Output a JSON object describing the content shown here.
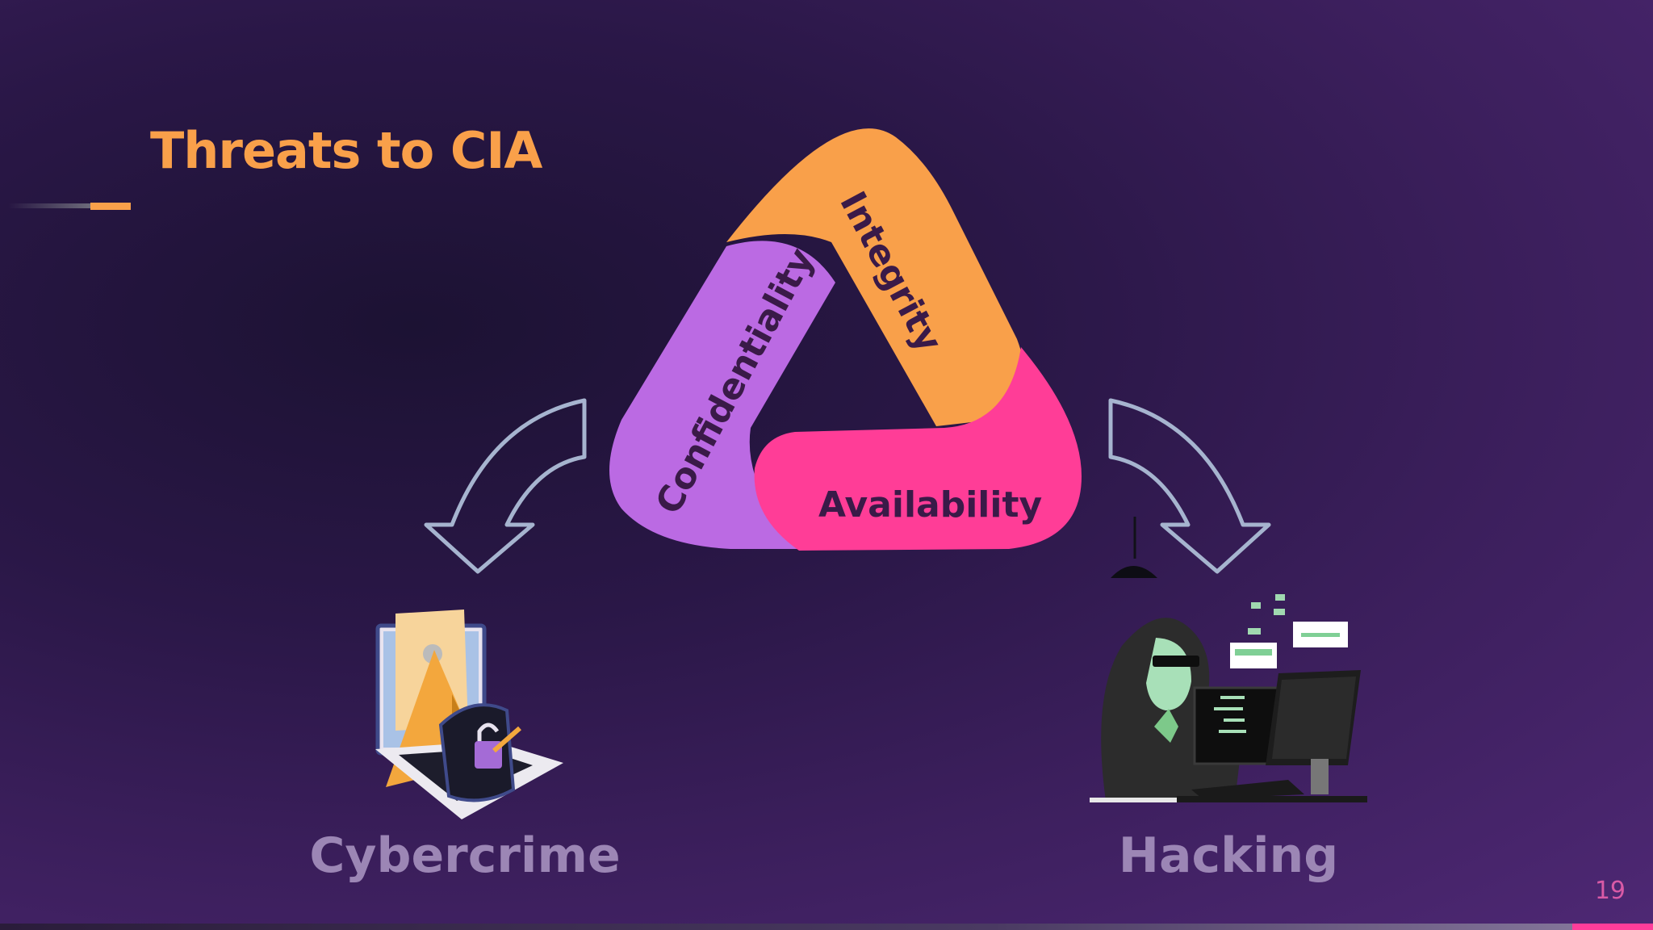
{
  "slide": {
    "title": "Threats to CIA",
    "page_number": "19"
  },
  "triad": {
    "segments": [
      {
        "label": "Integrity",
        "color": "#f9a04a"
      },
      {
        "label": "Confidentiality",
        "color": "#bb6ae3"
      },
      {
        "label": "Availability",
        "color": "#ff3d97"
      }
    ],
    "label_color": "#3a1a48"
  },
  "threats": [
    {
      "label": "Cybercrime",
      "icon": "laptop-lock-icon"
    },
    {
      "label": "Hacking",
      "icon": "hooded-hacker-icon"
    }
  ],
  "colors": {
    "accent_orange": "#f9a04a",
    "accent_pink": "#ff3d97",
    "accent_purple": "#bb6ae3",
    "arrow_outline": "#a6b4cf",
    "caption": "#9c86b5"
  }
}
